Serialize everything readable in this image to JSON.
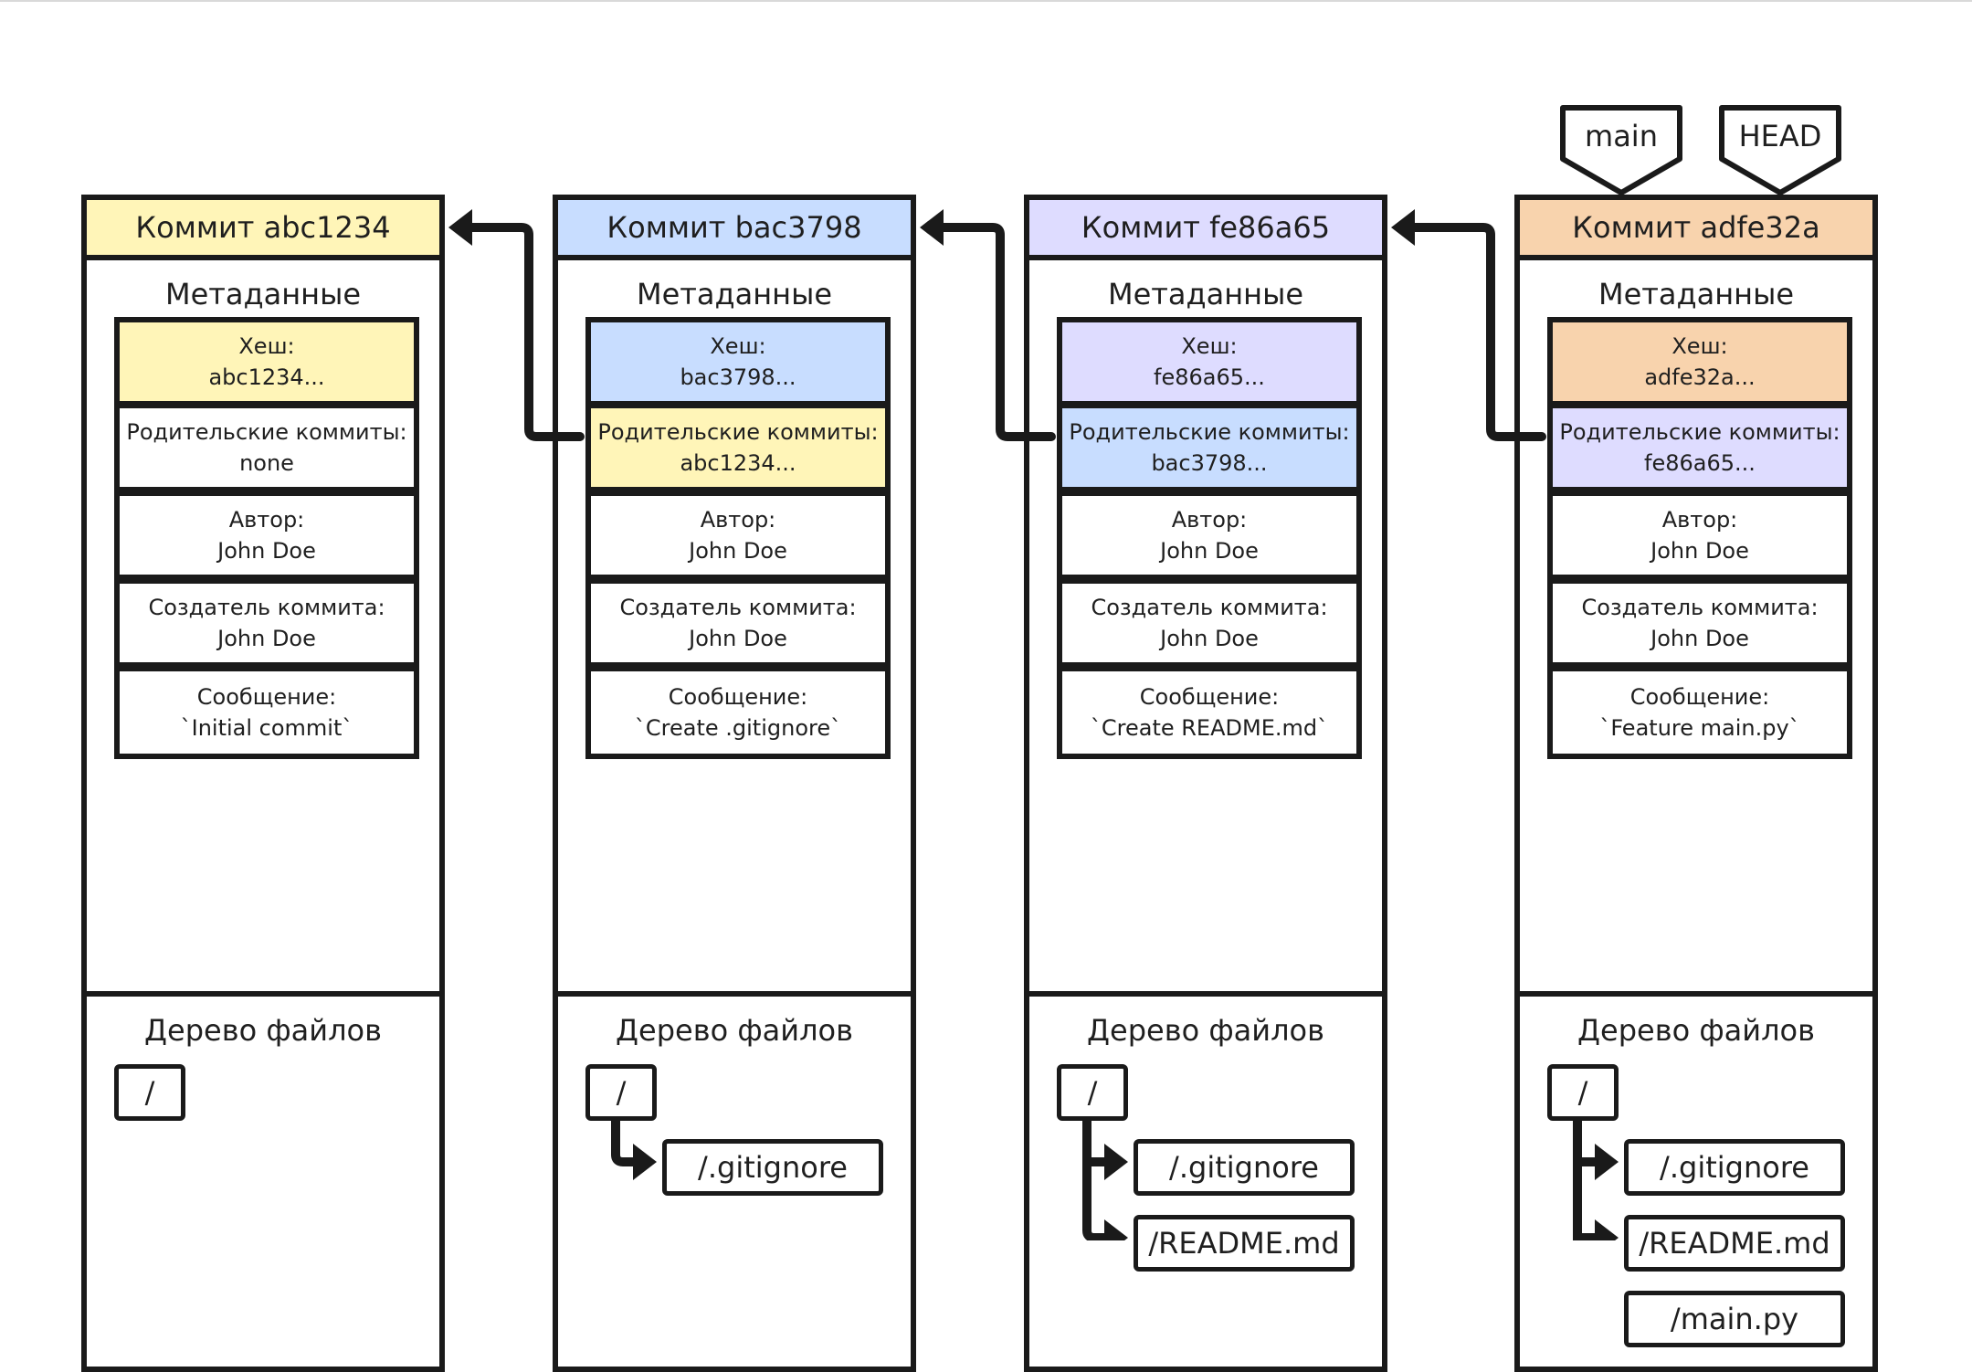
{
  "labels": {
    "commit_prefix": "Коммит",
    "metadata_title": "Метаданные",
    "tree_title": "Дерево файлов",
    "hash_label": "Хеш:",
    "parents_label": "Родительские коммиты:",
    "author_label": "Автор:",
    "committer_label": "Создатель коммита:",
    "message_label": "Сообщение:"
  },
  "refs": [
    {
      "name": "main",
      "points_to": "adfe32a"
    },
    {
      "name": "HEAD",
      "points_to": "adfe32a"
    }
  ],
  "commits": [
    {
      "title": "Коммит abc1234",
      "color": "#fff5b8",
      "hash": "abc1234...",
      "parents": "none",
      "parent_color": "#ffffff",
      "author": "John Doe",
      "committer": "John Doe",
      "message": "`Initial commit`",
      "tree": {
        "root": "/",
        "files": []
      }
    },
    {
      "title": "Коммит bac3798",
      "color": "#c8ddff",
      "hash": "bac3798...",
      "parents": "abc1234...",
      "parent_color": "#fff5b8",
      "author": "John Doe",
      "committer": "John Doe",
      "message": "`Create .gitignore`",
      "tree": {
        "root": "/",
        "files": [
          "/.gitignore"
        ]
      }
    },
    {
      "title": "Коммит fe86a65",
      "color": "#dedcff",
      "hash": "fe86a65...",
      "parents": "bac3798...",
      "parent_color": "#c8ddff",
      "author": "John Doe",
      "committer": "John Doe",
      "message": "`Create README.md`",
      "tree": {
        "root": "/",
        "files": [
          "/.gitignore",
          "/README.md"
        ]
      }
    },
    {
      "title": "Коммит adfe32a",
      "color": "#f8d3ad",
      "hash": "adfe32a...",
      "parents": "fe86a65...",
      "parent_color": "#dedcff",
      "author": "John Doe",
      "committer": "John Doe",
      "message": "`Feature main.py`",
      "tree": {
        "root": "/",
        "files": [
          "/.gitignore",
          "/README.md",
          "/main.py"
        ]
      }
    }
  ]
}
